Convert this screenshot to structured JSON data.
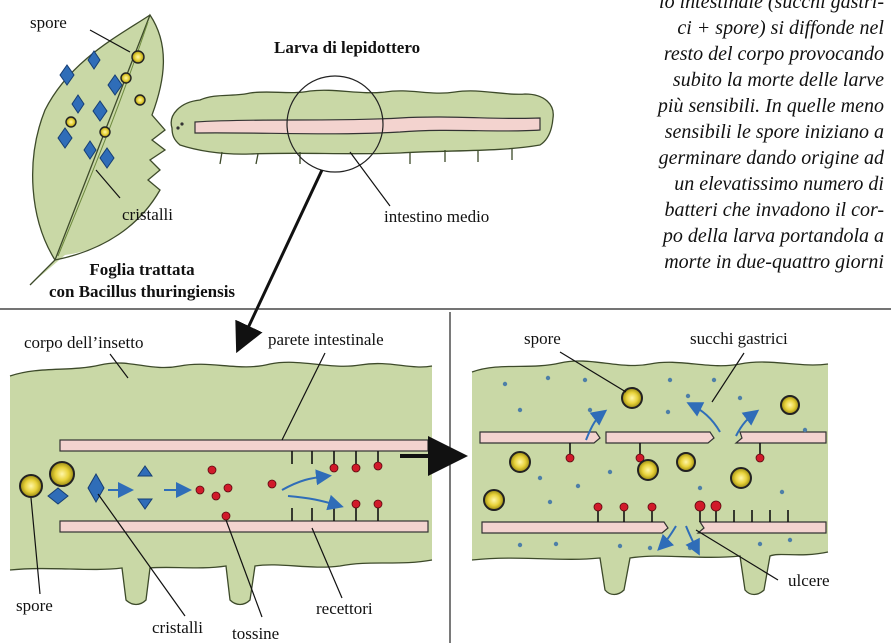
{
  "caption_lines": [
    "lo intestinale (succhi gastri-",
    "ci + spore) si diffonde nel",
    "resto del corpo provocando",
    "subito la morte delle larve",
    "più sensibili. In quelle meno",
    "sensibili le spore iniziano a",
    "germinare dando origine ad",
    "un elevatissimo numero di",
    "batteri che invadono il cor-",
    "po della larva portandola a",
    "morte in due-quattro giorni"
  ],
  "top": {
    "larva_title": "Larva di lepidottero",
    "leaf_title_line1": "Foglia trattata",
    "leaf_title_line2": "con Bacillus thuringiensis",
    "label_spore": "spore",
    "label_cristalli": "cristalli",
    "label_intestino": "intestino medio"
  },
  "left_panel": {
    "label_corpo": "corpo dell’insetto",
    "label_parete": "parete intestinale",
    "label_spore": "spore",
    "label_cristalli": "cristalli",
    "label_tossine": "tossine",
    "label_recettori": "recettori"
  },
  "right_panel": {
    "label_spore": "spore",
    "label_succhi": "succhi gastrici",
    "label_ulcere": "ulcere"
  },
  "colors": {
    "tissue": "#c9d8a6",
    "intestine": "#f3d3cf",
    "crystals": "#2f6db8",
    "toxins": "#d11a2a",
    "spores": "#e8d23a"
  }
}
